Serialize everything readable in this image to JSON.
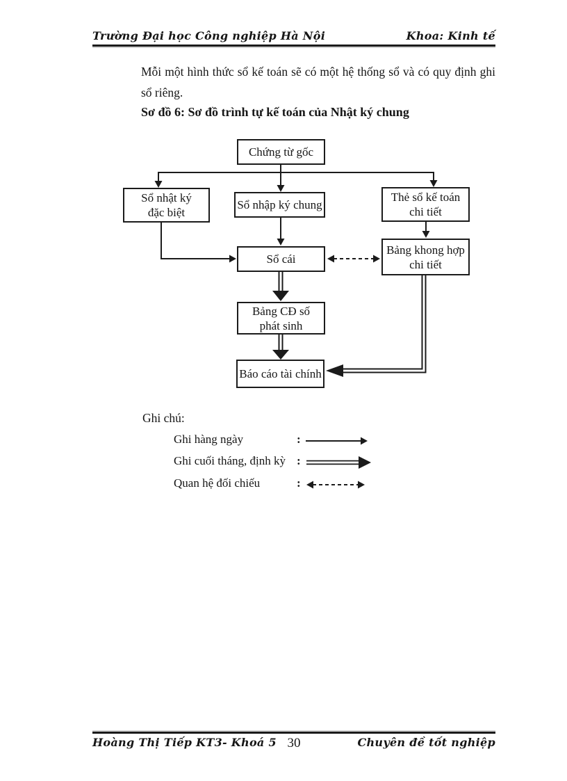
{
  "header": {
    "left": "Trường Đại học Công nghiệp Hà Nội",
    "right": "Khoa: Kinh tế"
  },
  "content": {
    "paragraph": "Mỗi một hình thức sổ kế toán sẽ có một hệ thống sổ và có quy định ghi sổ riêng.",
    "diagram_title": "Sơ đồ 6: Sơ đồ trình tự kế toán của Nhật ký chung"
  },
  "diagram": {
    "nodes": {
      "chung_tu_goc": "Chứng từ gốc",
      "so_nhat_ky_dac_biet": "Sổ nhật ký\nđặc biệt",
      "so_nhap_ky_chung": "Sổ nhập ký chung",
      "the_so_ke_toan": "Thẻ sổ kế toán\nchi tiết",
      "so_cai": "Sổ cái",
      "bang_khong_hop": "Bảng khong hợp\nchi tiết",
      "bang_cd_so_phat_sinh": "Bảng CĐ số\nphát sinh",
      "bao_cao_tai_chinh": "Báo cáo tài chính"
    }
  },
  "legend": {
    "title": "Ghi chú:",
    "colon": ":",
    "items": [
      {
        "label": "Ghi hàng ngày",
        "arrow": "solid-single-arrow"
      },
      {
        "label": "Ghi cuối tháng, định kỳ",
        "arrow": "solid-double-line-arrow"
      },
      {
        "label": "Quan hệ đối chiếu",
        "arrow": "dashed-double-headed-arrow"
      }
    ]
  },
  "footer": {
    "left": "Hoàng Thị Tiếp KT3- Khoá 5",
    "page_number": "30",
    "right": "Chuyên đề tốt nghiệp"
  }
}
